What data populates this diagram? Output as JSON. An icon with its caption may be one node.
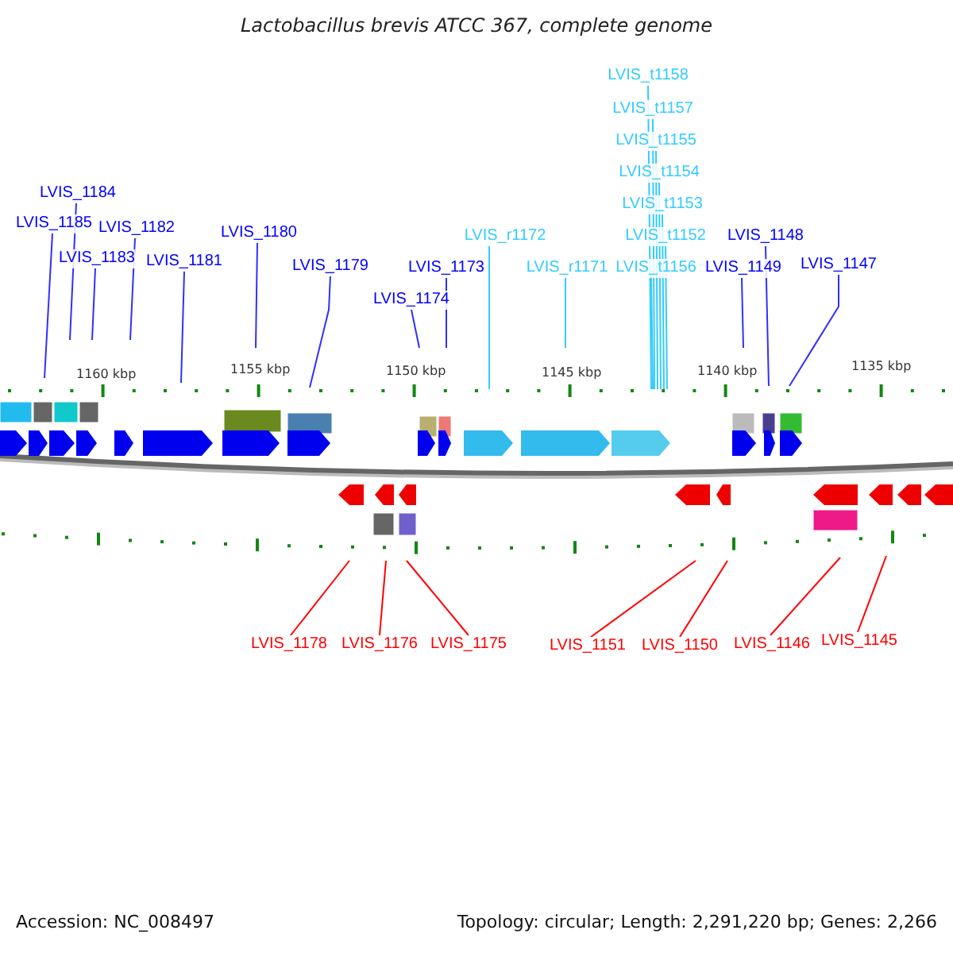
{
  "diagram": {
    "title": "Lactobacillus brevis ATCC 367, complete genome",
    "nodes": [
      {
        "text": [
          "LVIS_t1158"
        ]
      },
      {
        "text": [
          "LVIS_t1157"
        ]
      },
      {
        "text": [
          "LVIS_t1155"
        ]
      },
      {
        "text": [
          "LVIS_t1154"
        ]
      },
      {
        "text": [
          "LVIS_t1153"
        ]
      },
      {
        "text": [
          "LVIS_t1152"
        ]
      },
      {
        "text": [
          "LVIS_1184"
        ]
      },
      {
        "text": [
          "LVIS_1185"
        ]
      },
      {
        "text": [
          "LVIS_1182"
        ]
      },
      {
        "text": [
          "LVIS_1180"
        ]
      },
      {
        "text": [
          "LVIS_r1172"
        ]
      },
      {
        "text": [
          "LVIS_1148"
        ]
      },
      {
        "text": [
          "LVIS_1183"
        ]
      },
      {
        "text": [
          "LVIS_1181"
        ]
      },
      {
        "text": [
          "LVIS_1179"
        ]
      },
      {
        "text": [
          "LVIS_1173"
        ]
      },
      {
        "text": [
          "LVIS_r1171"
        ]
      },
      {
        "text": [
          "LVIS_t1156"
        ]
      },
      {
        "text": [
          "LVIS_1149"
        ]
      },
      {
        "text": [
          "LVIS_1147"
        ]
      },
      {
        "text": [
          "LVIS_1174"
        ]
      },
      {
        "text": [
          "LVIS_1178"
        ]
      },
      {
        "text": [
          "LVIS_1176"
        ]
      },
      {
        "text": [
          "LVIS_1175"
        ]
      },
      {
        "text": [
          "LVIS_1151"
        ]
      },
      {
        "text": [
          "LVIS_1150"
        ]
      },
      {
        "text": [
          "LVIS_1146"
        ]
      },
      {
        "text": [
          "LVIS_1145"
        ]
      }
    ],
    "edges": [
      {
        "from": 0,
        "to": null,
        "arrow": "none",
        "color": "#33ccff"
      },
      {
        "from": 1,
        "to": null,
        "arrow": "none",
        "color": "#33ccff"
      },
      {
        "from": 2,
        "to": null,
        "arrow": "none",
        "color": "#33ccff"
      },
      {
        "from": 3,
        "to": null,
        "arrow": "none",
        "color": "#33ccff"
      },
      {
        "from": 4,
        "to": null,
        "arrow": "none",
        "color": "#33ccff"
      },
      {
        "from": 5,
        "to": null,
        "arrow": "none",
        "color": "#33ccff"
      },
      {
        "from": 6,
        "to": null,
        "arrow": "none"
      },
      {
        "from": 7,
        "to": null,
        "arrow": "none"
      },
      {
        "from": 8,
        "to": null,
        "arrow": "none"
      },
      {
        "from": 9,
        "to": null,
        "arrow": "none"
      },
      {
        "from": 10,
        "to": null,
        "arrow": "none",
        "color": "#33ccff"
      },
      {
        "from": 11,
        "to": null,
        "arrow": "none"
      },
      {
        "from": 12,
        "to": null,
        "arrow": "none"
      },
      {
        "from": 13,
        "to": null,
        "arrow": "none"
      },
      {
        "from": 14,
        "to": null,
        "arrow": "none"
      },
      {
        "from": 15,
        "to": null,
        "arrow": "none"
      },
      {
        "from": 16,
        "to": null,
        "arrow": "none",
        "color": "#33ccff"
      },
      {
        "from": 17,
        "to": null,
        "arrow": "none",
        "color": "#33ccff"
      },
      {
        "from": 18,
        "to": null,
        "arrow": "none"
      },
      {
        "from": 19,
        "to": null,
        "arrow": "none"
      },
      {
        "from": 20,
        "to": null,
        "arrow": "none"
      },
      {
        "from": 21,
        "to": null,
        "arrow": "none",
        "color": "#ff0000"
      },
      {
        "from": 22,
        "to": null,
        "arrow": "none",
        "color": "#ff0000"
      },
      {
        "from": 23,
        "to": null,
        "arrow": "none",
        "color": "#ff0000"
      },
      {
        "from": 24,
        "to": null,
        "arrow": "none",
        "color": "#ff0000"
      },
      {
        "from": 25,
        "to": null,
        "arrow": "none",
        "color": "#ff0000"
      },
      {
        "from": 26,
        "to": null,
        "arrow": "none",
        "color": "#ff0000"
      },
      {
        "from": 27,
        "to": null,
        "arrow": "none",
        "color": "#ff0000"
      }
    ],
    "labels": [
      "1160 kbp",
      "1155 kbp",
      "1150 kbp",
      "1145 kbp",
      "1140 kbp",
      "1135 kbp",
      "Accession: NC_008497",
      "Topology: circular; Length: 2,291,220 bp; Genes: 2,266"
    ]
  }
}
